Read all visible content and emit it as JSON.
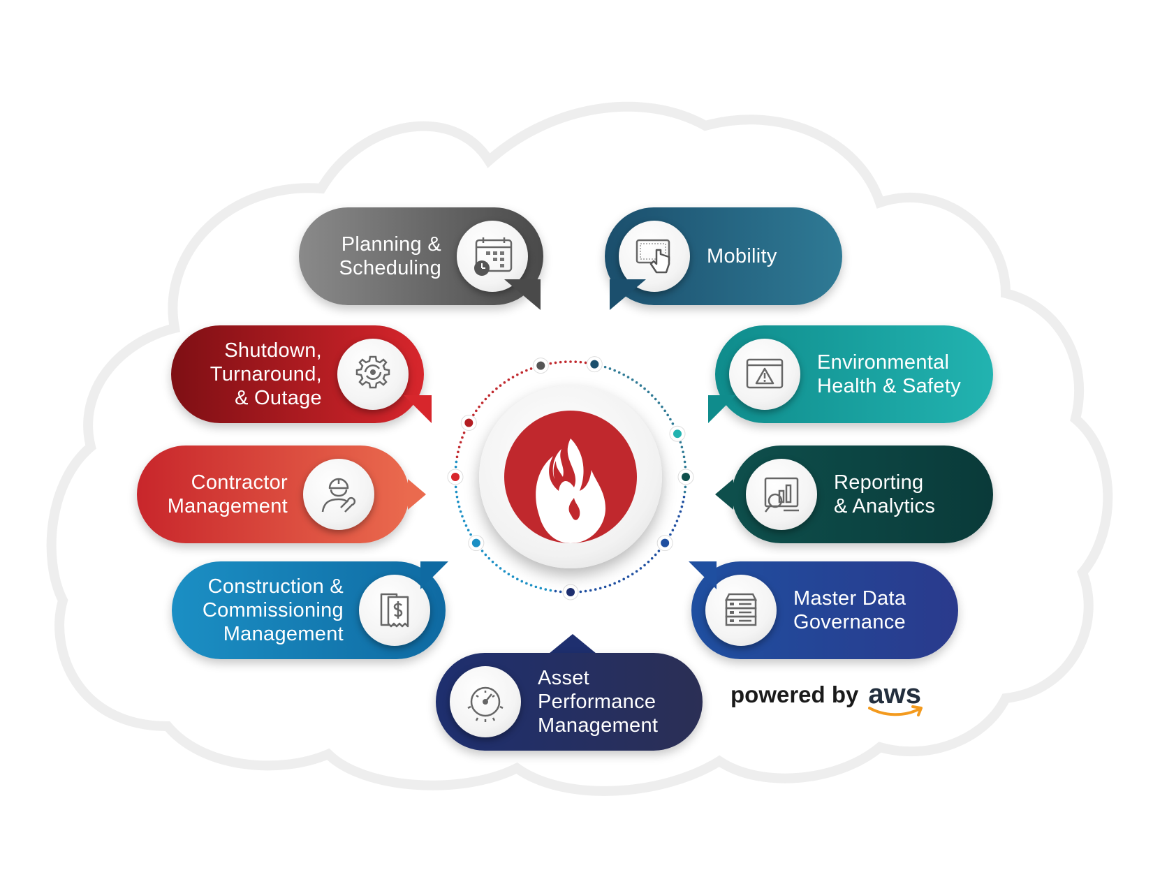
{
  "modules": [
    {
      "id": "planning",
      "lines": [
        "Planning &",
        "Scheduling"
      ],
      "icon": "calendar-clock-icon",
      "color_from": "#8a8a8a",
      "color_to": "#4a4a4a"
    },
    {
      "id": "mobility",
      "lines": [
        "Mobility"
      ],
      "icon": "touchscreen-hand-icon",
      "color_from": "#1b4f6d",
      "color_to": "#2f7a95"
    },
    {
      "id": "shutdown",
      "lines": [
        "Shutdown,",
        "Turnaround,",
        "& Outage"
      ],
      "icon": "gear-cycle-icon",
      "color_from": "#7e0f14",
      "color_to": "#d7262c"
    },
    {
      "id": "ehs",
      "lines": [
        "Environmental",
        "Health & Safety"
      ],
      "icon": "warning-window-icon",
      "color_from": "#0f8c8c",
      "color_to": "#22b3b0"
    },
    {
      "id": "contractor",
      "lines": [
        "Contractor",
        "Management"
      ],
      "icon": "worker-wrench-icon",
      "color_from": "#c8262b",
      "color_to": "#ea6a4e"
    },
    {
      "id": "reporting",
      "lines": [
        "Reporting",
        "& Analytics"
      ],
      "icon": "chart-magnifier-icon",
      "color_from": "#0e4f4c",
      "color_to": "#0a3a39"
    },
    {
      "id": "construction",
      "lines": [
        "Construction &",
        "Commissioning",
        "Management"
      ],
      "icon": "receipt-dollar-icon",
      "color_from": "#1b8fc4",
      "color_to": "#0f6aa2"
    },
    {
      "id": "masterdata",
      "lines": [
        "Master Data",
        "Governance"
      ],
      "icon": "server-icon",
      "color_from": "#1f4fa0",
      "color_to": "#2a3a8c"
    },
    {
      "id": "apm",
      "lines": [
        "Asset",
        "Performance",
        "Management"
      ],
      "icon": "gauge-gear-icon",
      "color_from": "#1e2f6f",
      "color_to": "#2b2f55"
    }
  ],
  "center": {
    "icon": "flame-icon",
    "color": "#c0282d"
  },
  "powered_by": {
    "text": "powered by",
    "brand": "aws",
    "smile_color": "#f39a1e"
  }
}
